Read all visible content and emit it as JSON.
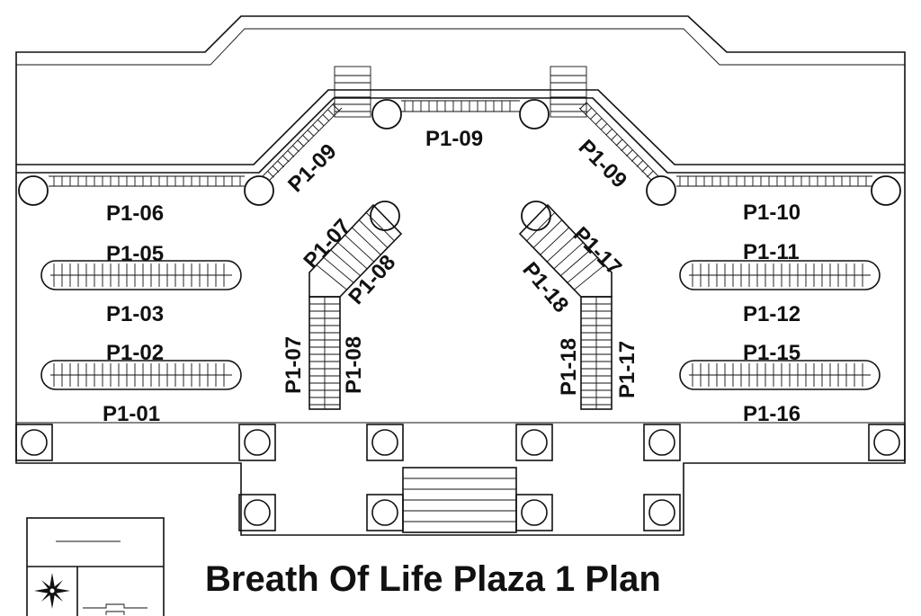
{
  "title": "Breath Of Life Plaza 1 Plan",
  "labels": {
    "p1_01": "P1-01",
    "p1_02": "P1-02",
    "p1_03": "P1-03",
    "p1_05": "P1-05",
    "p1_06": "P1-06",
    "p1_07_upper": "P1-07",
    "p1_07_lower": "P1-07",
    "p1_08_upper": "P1-08",
    "p1_08_lower": "P1-08",
    "p1_09_left": "P1-09",
    "p1_09_center": "P1-09",
    "p1_09_right": "P1-09",
    "p1_10": "P1-10",
    "p1_11": "P1-11",
    "p1_12": "P1-12",
    "p1_15": "P1-15",
    "p1_16": "P1-16",
    "p1_17_upper": "P1-17",
    "p1_17_lower": "P1-17",
    "p1_18_upper": "P1-18",
    "p1_18_lower": "P1-18"
  },
  "icons": {
    "north_arrow": "compass-star-icon"
  }
}
